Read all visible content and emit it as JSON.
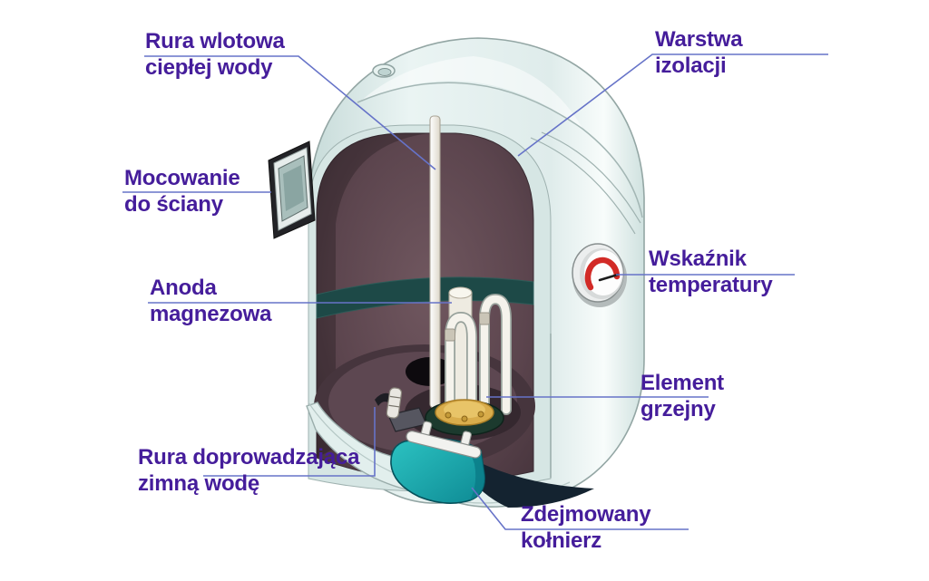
{
  "diagram": {
    "subject": "Przekrój elektrycznego podgrzewacza wody (bojlera)",
    "labels": [
      {
        "id": "rura-wlotowa-cieplej-wody",
        "line1": "Rura wlotowa",
        "line2": "ciepłej wody"
      },
      {
        "id": "warstwa-izolacji",
        "line1": "Warstwa",
        "line2": "izolacji"
      },
      {
        "id": "mocowanie-do-sciany",
        "line1": "Mocowanie",
        "line2": "do ściany"
      },
      {
        "id": "anoda-magnezowa",
        "line1": "Anoda",
        "line2": "magnezowa"
      },
      {
        "id": "wskaznik-temperatury",
        "line1": "Wskaźnik",
        "line2": "temperatury"
      },
      {
        "id": "element-grzejny",
        "line1": "Element",
        "line2": "grzejny"
      },
      {
        "id": "rura-zimnej-wody",
        "line1": "Rura doprowadzająca",
        "line2": "zimną wodę"
      },
      {
        "id": "zdejmowany-kolnierz",
        "line1": "Zdejmowany",
        "line2": "kołnierz"
      }
    ],
    "colors": {
      "label_text": "#451d9b",
      "leader_line": "#6673c8",
      "shell": "#e6f1f0",
      "interior": "#5c454e",
      "water_band": "#1d4947",
      "collar_teal": "#1cb2ba",
      "flange_gold": "#d9ad4c",
      "gauge_arc": "#d22a26"
    }
  }
}
